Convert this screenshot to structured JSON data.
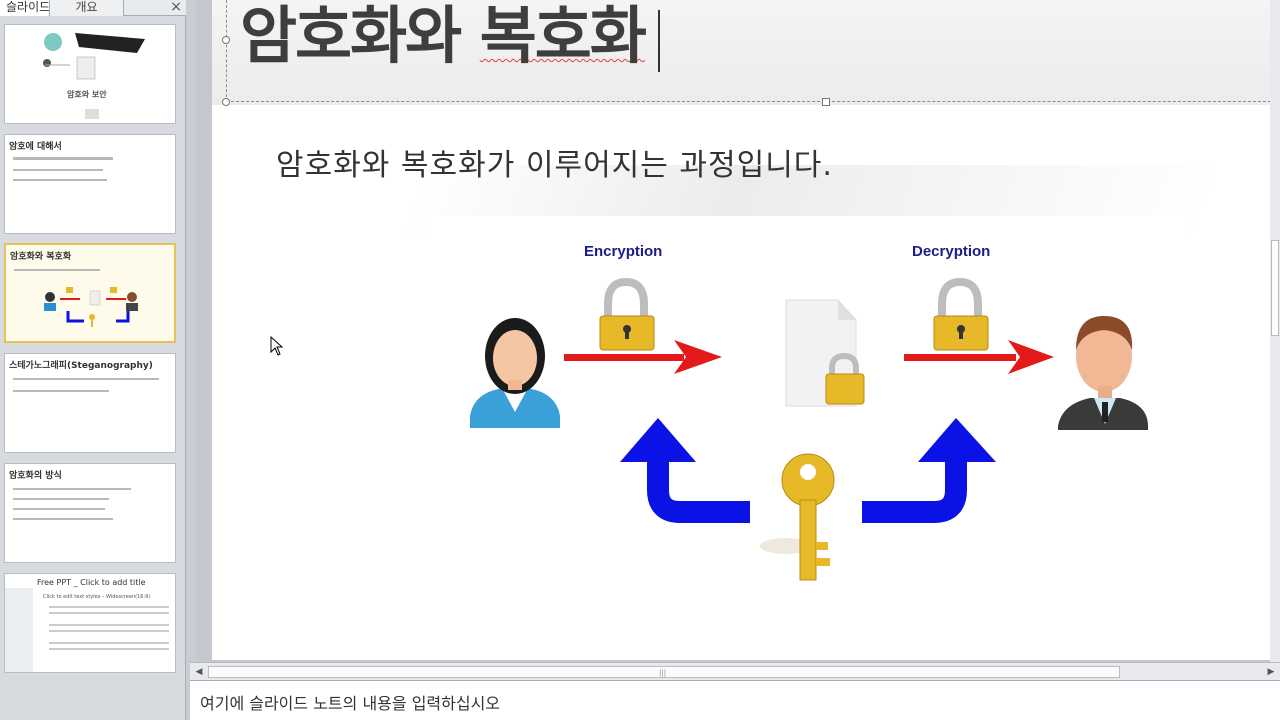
{
  "left_pane": {
    "tabs": [
      {
        "label": "슬라이드"
      },
      {
        "label": "개요"
      }
    ],
    "close_glyph": "×",
    "thumbnails": [
      {
        "title": "암호와 보안",
        "subtitle": ""
      },
      {
        "title": "암호에 대해서",
        "subtitle": ""
      },
      {
        "title": "암호화와 복호화",
        "subtitle": ""
      },
      {
        "title": "스테가노그래피(Steganography)",
        "subtitle": ""
      },
      {
        "title": "암호화의 방식",
        "subtitle": ""
      },
      {
        "title": "Free  PPT _ Click  to add  title",
        "subtitle": "Click to edit text styles – Widescreen(16:9)"
      }
    ]
  },
  "slide": {
    "title": "암호화와 복호화",
    "title_part1": "암호화와 ",
    "title_part2": "복호화",
    "subtitle": "암호화와 복호화가 이루어지는 과정입니다.",
    "diagram": {
      "encryption_label": "Encryption",
      "decryption_label": "Decryption"
    }
  },
  "notes": {
    "placeholder": "여기에 슬라이드 노트의 내용을 입력하십시오"
  },
  "colors": {
    "arrow_red": "#e21a1a",
    "arrow_blue": "#0a12e6",
    "lock_gold": "#e7b928",
    "label_navy": "#1b1b8a"
  },
  "icons": [
    "lock-icon",
    "key-icon",
    "document-icon",
    "woman-user-icon",
    "man-user-icon",
    "mouse-cursor-icon"
  ]
}
